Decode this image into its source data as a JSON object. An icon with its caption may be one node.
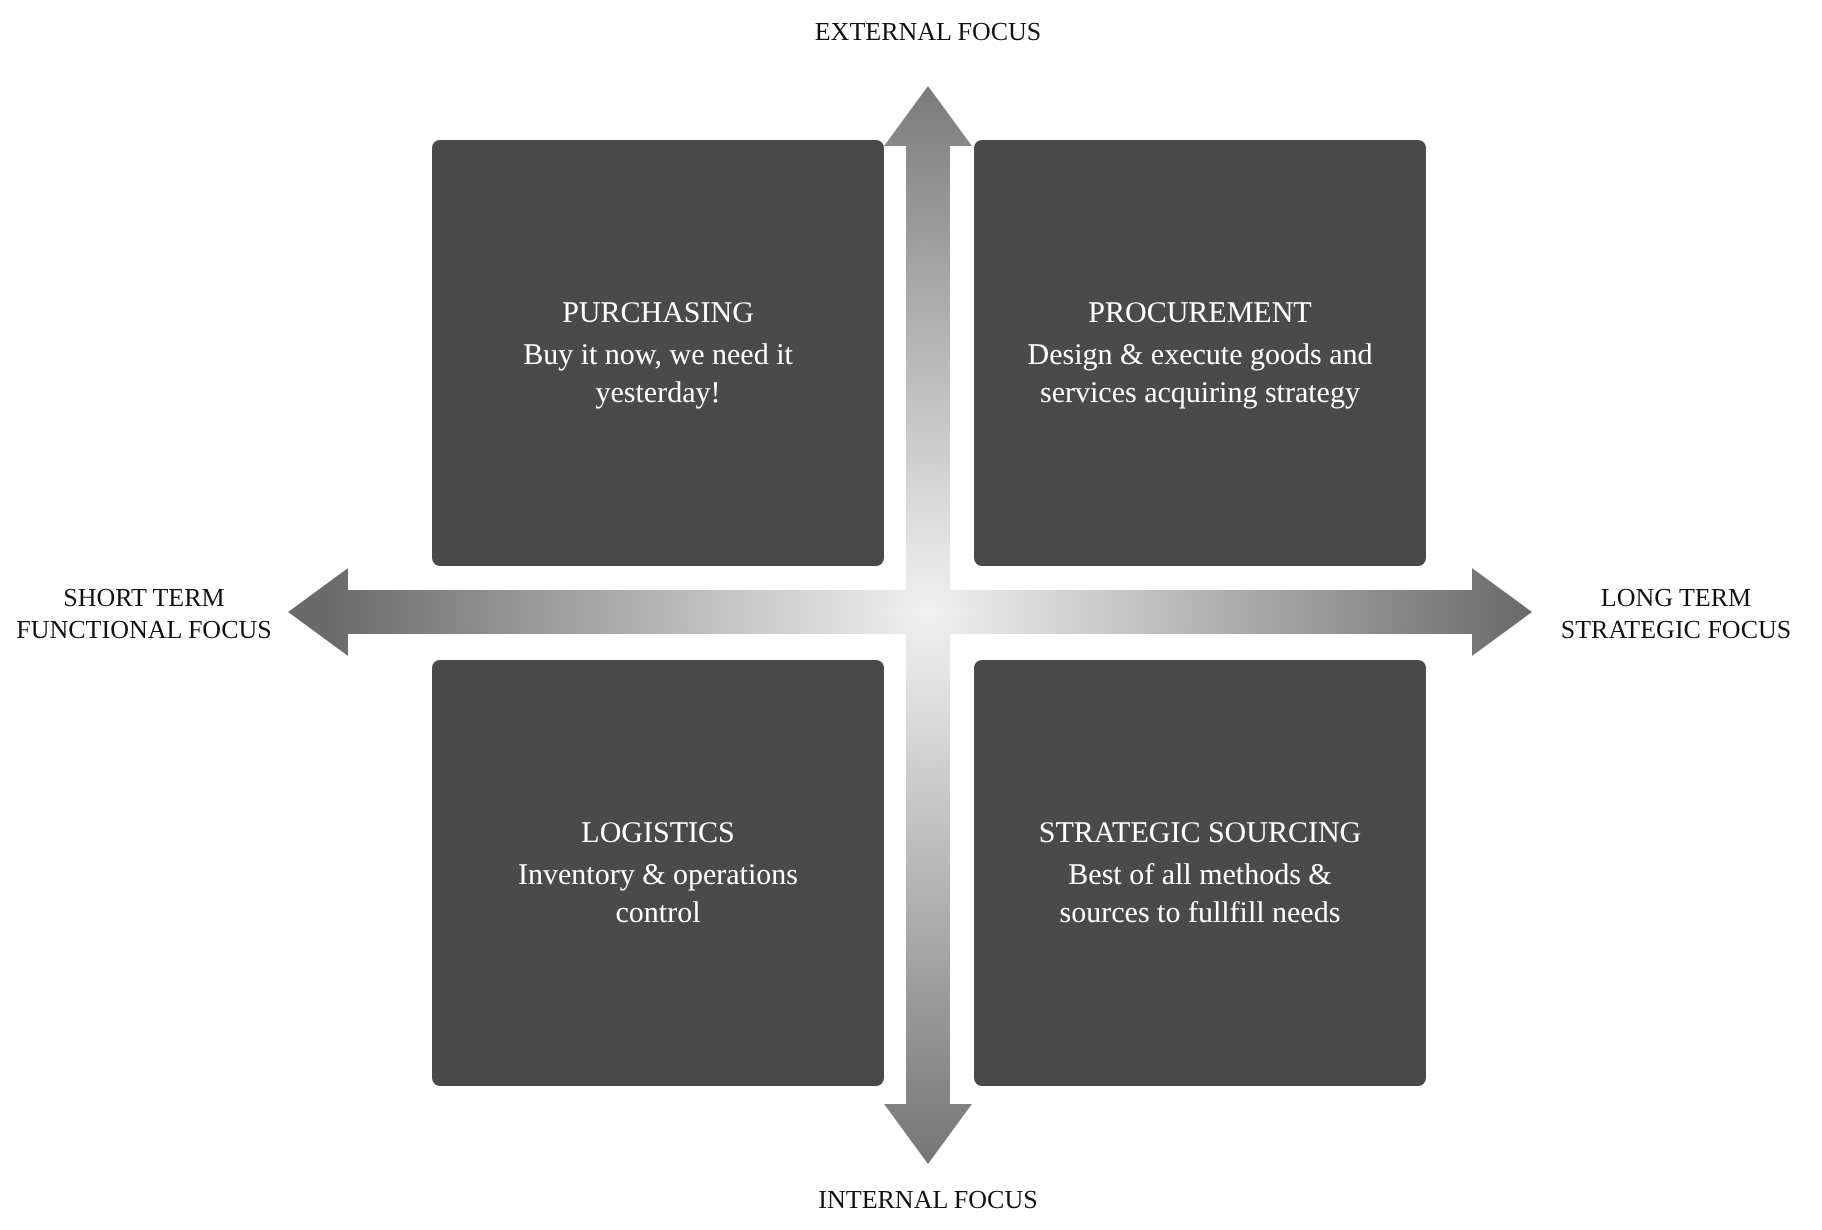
{
  "diagram": {
    "nodes": [
      {
        "text": [
          "EXTERNAL FOCUS"
        ]
      },
      {
        "text": [
          "PURCHASING",
          "Buy it now, we need it yesterday!"
        ]
      },
      {
        "text": [
          "PROCUREMENT",
          "Design & execute goods and services acquiring strategy"
        ]
      },
      {
        "text": [
          "SHORT TERM FUNCTIONAL FOCUS"
        ]
      },
      {
        "text": [
          "LONG TERM STRATEGIC FOCUS"
        ]
      },
      {
        "text": [
          "LOGISTICS",
          "Inventory & operations control"
        ]
      },
      {
        "text": [
          "STRATEGIC SOURCING",
          "Best of all methods & sources to fullfill needs"
        ]
      },
      {
        "text": [
          "INTERNAL FOCUS"
        ]
      }
    ],
    "edges": [
      {
        "from": 3,
        "to": 4,
        "arrow": "both"
      },
      {
        "from": 0,
        "to": 7,
        "arrow": "both"
      }
    ]
  }
}
